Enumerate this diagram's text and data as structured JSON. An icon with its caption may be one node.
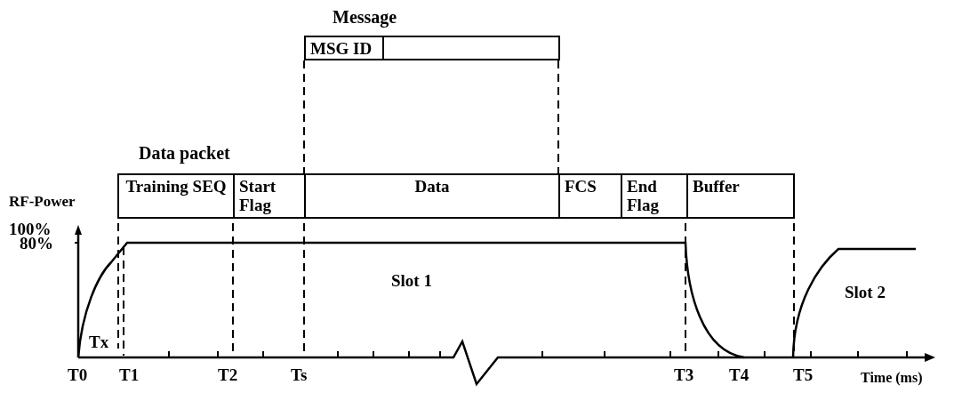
{
  "diagram": {
    "nodes": [
      {
        "text": [
          "Message"
        ]
      },
      {
        "text": [
          "MSG ID"
        ],
        "in": 0
      },
      {
        "text": [
          "Data packet"
        ]
      },
      {
        "text": [
          "Training SEQ"
        ],
        "in": 2
      },
      {
        "text": [
          "Start Flag"
        ],
        "in": 2
      },
      {
        "text": [
          "Data"
        ],
        "in": 2
      },
      {
        "text": [
          "FCS"
        ],
        "in": 2
      },
      {
        "text": [
          "End Flag"
        ],
        "in": 2
      },
      {
        "text": [
          "Buffer"
        ],
        "in": 2
      }
    ],
    "edges": [
      {
        "from": 0,
        "to": 5,
        "arrow": "none",
        "style": "dashed"
      },
      {
        "from": 0,
        "to": 5,
        "arrow": "none",
        "style": "dashed"
      }
    ],
    "labels": [
      "RF-Power",
      "100%",
      "80%",
      "Tx",
      "Slot 1",
      "Slot 2",
      "T0",
      "T1",
      "T2",
      "Ts",
      "T3",
      "T4",
      "T5",
      "Time (ms)"
    ]
  }
}
